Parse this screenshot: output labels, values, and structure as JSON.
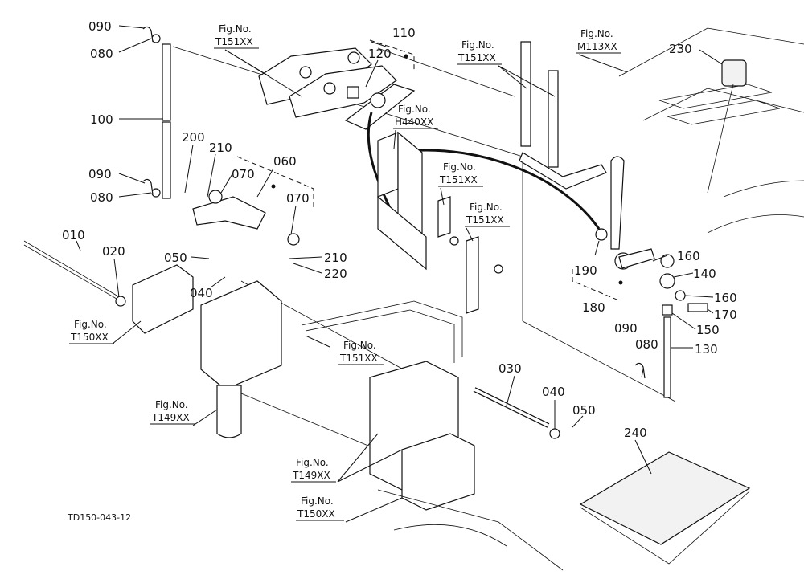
{
  "drawing_code": "TD150-043-12",
  "callouts": [
    {
      "id": "c090a",
      "label": "090"
    },
    {
      "id": "c080a",
      "label": "080"
    },
    {
      "id": "c100",
      "label": "100"
    },
    {
      "id": "c090b",
      "label": "090"
    },
    {
      "id": "c080b",
      "label": "080"
    },
    {
      "id": "c200",
      "label": "200"
    },
    {
      "id": "c210a",
      "label": "210"
    },
    {
      "id": "c060",
      "label": "060"
    },
    {
      "id": "c070a",
      "label": "070"
    },
    {
      "id": "c070b",
      "label": "070"
    },
    {
      "id": "c210b",
      "label": "210"
    },
    {
      "id": "c220",
      "label": "220"
    },
    {
      "id": "c010",
      "label": "010"
    },
    {
      "id": "c020",
      "label": "020"
    },
    {
      "id": "c050a",
      "label": "050"
    },
    {
      "id": "c040a",
      "label": "040"
    },
    {
      "id": "c110",
      "label": "110"
    },
    {
      "id": "c120",
      "label": "120"
    },
    {
      "id": "c230",
      "label": "230"
    },
    {
      "id": "c190",
      "label": "190"
    },
    {
      "id": "c180",
      "label": "180"
    },
    {
      "id": "c160a",
      "label": "160"
    },
    {
      "id": "c140",
      "label": "140"
    },
    {
      "id": "c160b",
      "label": "160"
    },
    {
      "id": "c170",
      "label": "170"
    },
    {
      "id": "c150",
      "label": "150"
    },
    {
      "id": "c090c",
      "label": "090"
    },
    {
      "id": "c080c",
      "label": "080"
    },
    {
      "id": "c130",
      "label": "130"
    },
    {
      "id": "c030",
      "label": "030"
    },
    {
      "id": "c040b",
      "label": "040"
    },
    {
      "id": "c050b",
      "label": "050"
    },
    {
      "id": "c240",
      "label": "240"
    }
  ],
  "figure_refs": [
    {
      "id": "r1",
      "line1": "Fig.No.",
      "line2": "T151XX"
    },
    {
      "id": "r2",
      "line1": "Fig.No.",
      "line2": "T151XX"
    },
    {
      "id": "r3",
      "line1": "Fig.No.",
      "line2": "M113XX"
    },
    {
      "id": "r4",
      "line1": "Fig.No.",
      "line2": "H440XX"
    },
    {
      "id": "r5",
      "line1": "Fig.No.",
      "line2": "T151XX"
    },
    {
      "id": "r6",
      "line1": "Fig.No.",
      "line2": "T151XX"
    },
    {
      "id": "r7",
      "line1": "Fig.No.",
      "line2": "T150XX"
    },
    {
      "id": "r8",
      "line1": "Fig.No.",
      "line2": "T151XX"
    },
    {
      "id": "r9",
      "line1": "Fig.No.",
      "line2": "T149XX"
    },
    {
      "id": "r10",
      "line1": "Fig.No.",
      "line2": "T149XX"
    },
    {
      "id": "r11",
      "line1": "Fig.No.",
      "line2": "T150XX"
    }
  ]
}
